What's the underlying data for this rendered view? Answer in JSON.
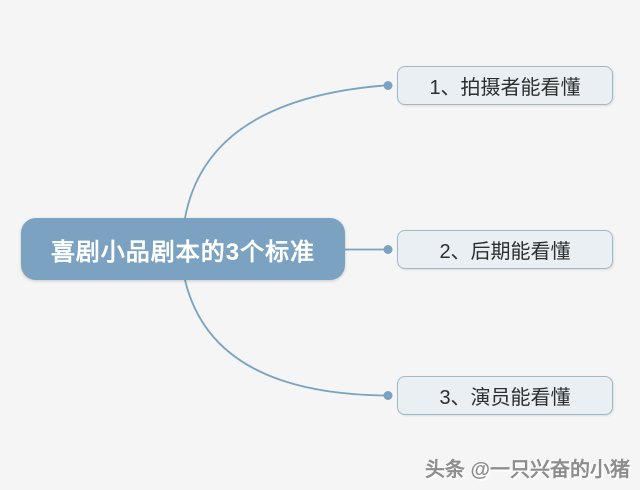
{
  "mindmap": {
    "root": {
      "label": "喜剧小品剧本的3个标准"
    },
    "branches": [
      {
        "label": "1、拍摄者能看懂"
      },
      {
        "label": "2、后期能看懂"
      },
      {
        "label": "3、演员能看懂"
      }
    ]
  },
  "watermark": {
    "text": "头条 @一只兴奋的小猪"
  },
  "colors": {
    "background": "#f4f5f4",
    "root_fill": "#7ba3c1",
    "root_text": "#ffffff",
    "branch_fill": "#e9eff3",
    "branch_border": "#9fb9cb",
    "branch_text": "#2e2e2e",
    "connector": "#7ba3c1",
    "watermark": "#8d8d8d"
  },
  "icons": {
    "connector_dot": "filled-circle-junction"
  }
}
